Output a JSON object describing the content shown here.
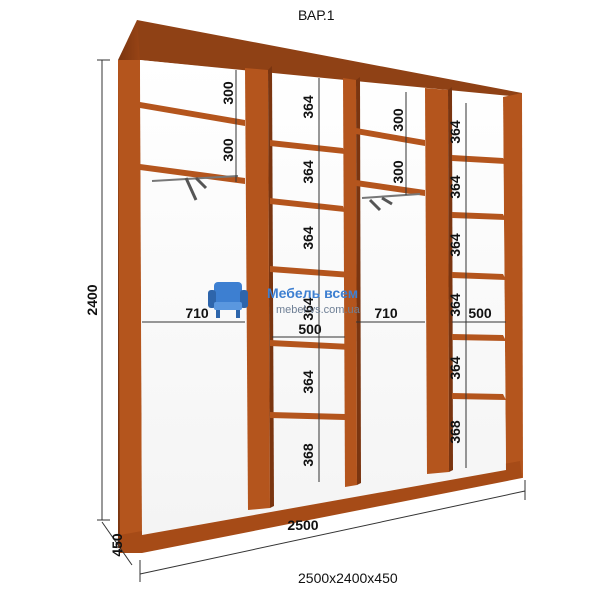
{
  "title": "ВАР.1",
  "overall_caption": "2500х2400х450",
  "dims": {
    "width": "2500",
    "height": "2400",
    "depth": "450",
    "left_section_width": "710",
    "second_section_width": "500",
    "third_section_width": "710",
    "right_section_width": "500"
  },
  "section1_shelves": [
    "300",
    "300"
  ],
  "section2_shelves": [
    "364",
    "364",
    "364",
    "364",
    "364",
    "368"
  ],
  "section3_shelves": [
    "300",
    "300"
  ],
  "section4_shelves": [
    "364",
    "364",
    "364",
    "364",
    "364",
    "368"
  ],
  "watermark": {
    "brand": "Мебель всем",
    "url": "mebel-vs.com.ua"
  },
  "colors": {
    "wood_front": "#b4551d",
    "wood_dark": "#8a3c12",
    "wood_side": "#6e2f0e",
    "watermark_blue": "#3d7fd1"
  }
}
